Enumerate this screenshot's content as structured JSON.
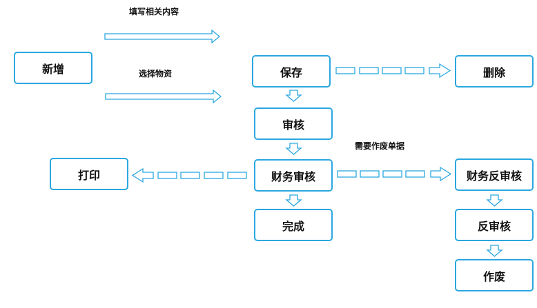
{
  "labels": {
    "fill_content": "填写相关内容",
    "select_material": "选择物资",
    "void_document_needed": "需要作废单据"
  },
  "nodes": {
    "add": "新增",
    "save": "保存",
    "delete": "删除",
    "audit": "审核",
    "print": "打印",
    "finance_audit": "财务审核",
    "finance_reverse_audit": "财务反审核",
    "complete": "完成",
    "reverse_audit": "反审核",
    "void": "作废"
  },
  "colors": {
    "border": "#2aa7e0",
    "text": "#111111"
  }
}
